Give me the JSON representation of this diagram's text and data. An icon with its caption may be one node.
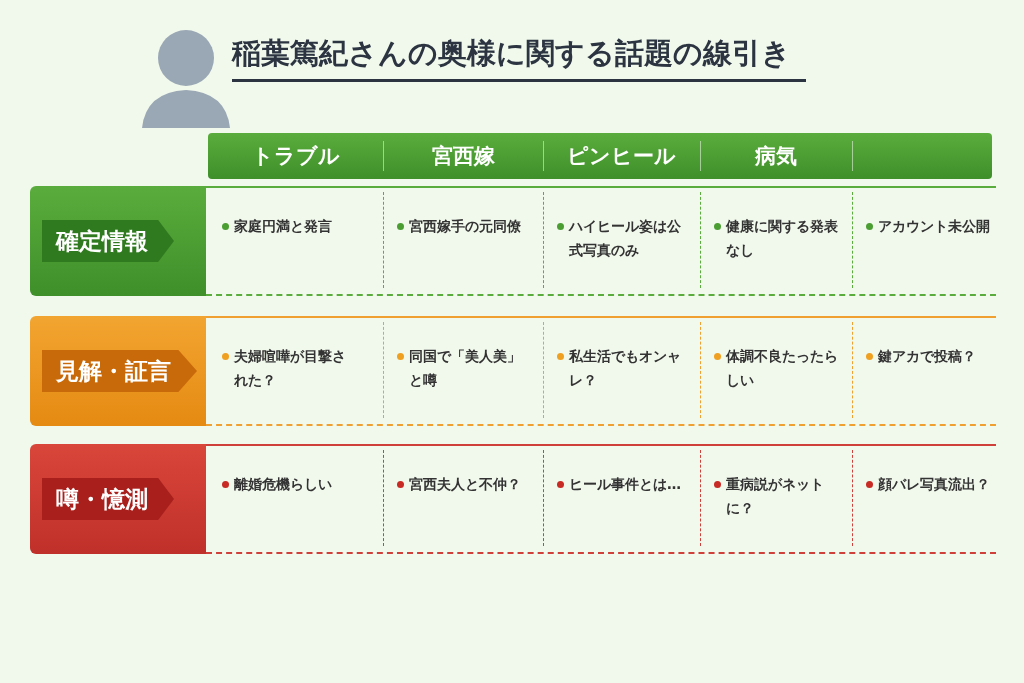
{
  "diagram": {
    "title": "稲葉篤紀さんの奥様に関する話題の線引き",
    "labels": [
      "トラブル",
      "宮西嫁",
      "ピンヒール",
      "病気",
      "確定情報",
      "家庭円満と発言",
      "宮西嫁手の元同僚",
      "ハイヒール姿は公式写真のみ",
      "健康に関する発表なし",
      "アカウント未公開",
      "見解・証言",
      "夫婦喧嘩が目撃された？",
      "同国で「美人美」と噂",
      "私生活でもオンャレ？",
      "体調不良たったらしい",
      "鍵アカで投稿？",
      "噂・憶測",
      "離婚危機らしい",
      "宮西夫人と不仲？",
      "ヒール事件とは…",
      "重病説がネットに？",
      "顔バレ写真流出？"
    ]
  }
}
